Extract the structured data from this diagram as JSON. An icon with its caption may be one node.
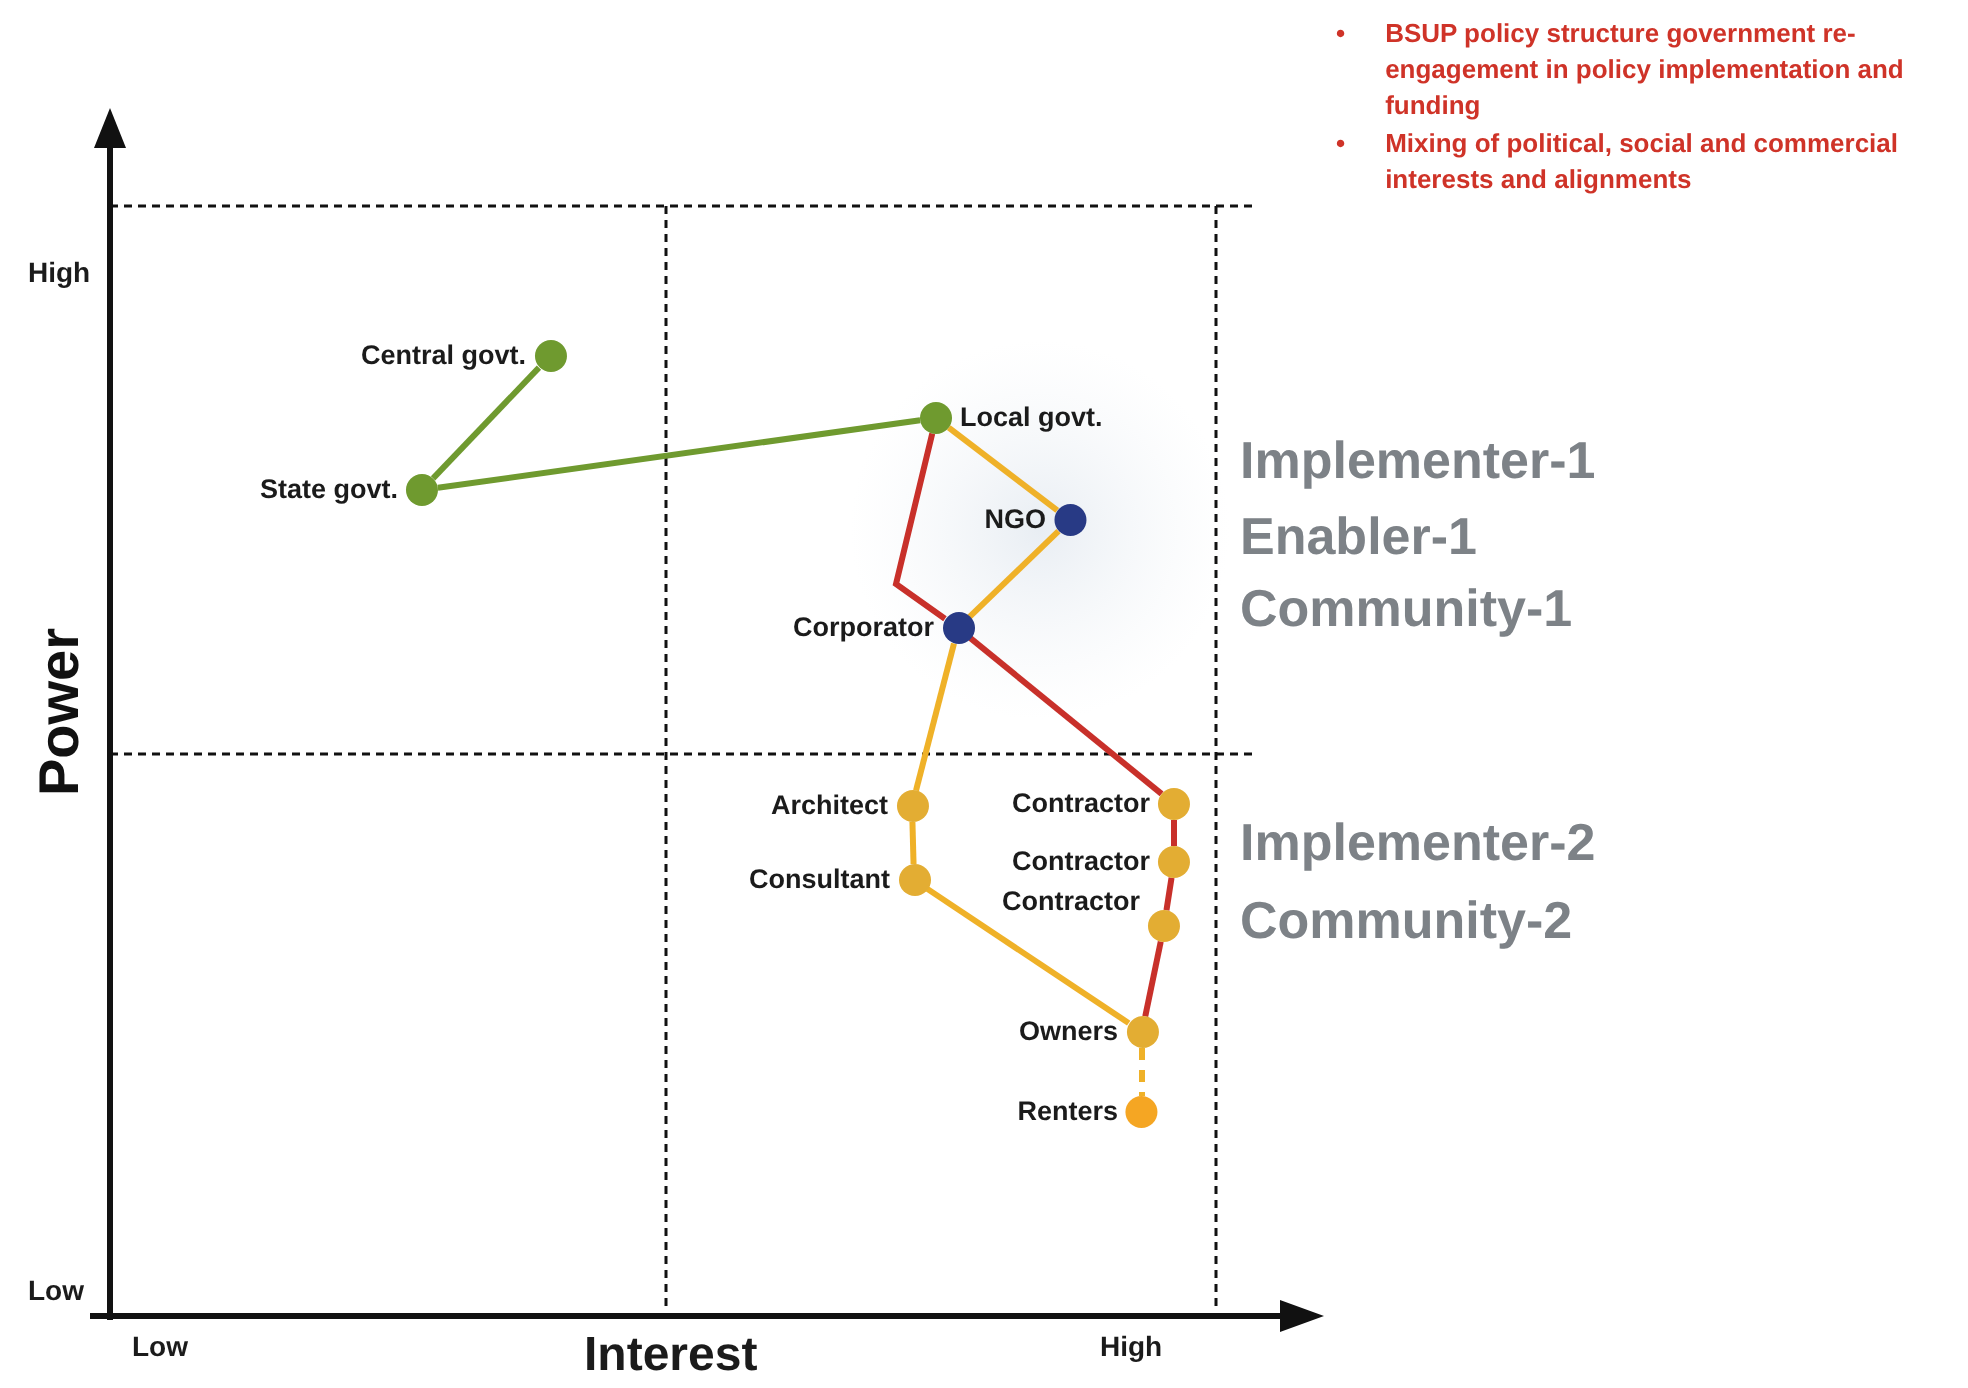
{
  "diagram": {
    "nodes": [
      {
        "text": [
          "Central govt."
        ]
      },
      {
        "text": [
          "State govt."
        ]
      },
      {
        "text": [
          "Local govt."
        ]
      },
      {
        "text": [
          "NGO"
        ]
      },
      {
        "text": [
          "Corporator"
        ]
      },
      {
        "text": [
          "Architect"
        ]
      },
      {
        "text": [
          "Consultant"
        ]
      },
      {
        "text": [
          "Contractor"
        ]
      },
      {
        "text": [
          "Contractor"
        ]
      },
      {
        "text": [
          "Contractor"
        ]
      },
      {
        "text": [
          "Owners"
        ]
      },
      {
        "text": [
          "Renters"
        ]
      }
    ],
    "edges": [
      {
        "from": 0,
        "to": 1,
        "arrow": "none",
        "color": "#6f9a2f"
      },
      {
        "from": 1,
        "to": 2,
        "arrow": "none",
        "color": "#6f9a2f"
      },
      {
        "from": 2,
        "to": 3,
        "arrow": "none",
        "color": "#efb128"
      },
      {
        "from": 3,
        "to": 4,
        "arrow": "none",
        "color": "#efb128"
      },
      {
        "from": 4,
        "to": 5,
        "arrow": "none",
        "color": "#efb128"
      },
      {
        "from": 5,
        "to": 6,
        "arrow": "none",
        "color": "#efb128"
      },
      {
        "from": 6,
        "to": 10,
        "arrow": "none",
        "color": "#efb128"
      },
      {
        "from": 2,
        "to": 4,
        "arrow": "none",
        "color": "#c8302a"
      },
      {
        "from": 4,
        "to": 7,
        "arrow": "none",
        "color": "#c8302a"
      },
      {
        "from": 7,
        "to": 8,
        "arrow": "none",
        "color": "#c8302a"
      },
      {
        "from": 8,
        "to": 9,
        "arrow": "none",
        "color": "#c8302a"
      },
      {
        "from": 9,
        "to": 10,
        "arrow": "none",
        "color": "#c8302a"
      },
      {
        "from": 10,
        "to": 11,
        "arrow": "none",
        "style": "dashed",
        "color": "#efb128"
      }
    ],
    "labels": [
      "•",
      "BSUP policy structure government re-engagement in policy implementation and funding",
      "•",
      "Mixing of political, social and commercial interests and alignments",
      "High",
      "Implementer-1",
      "Enabler-1",
      "Community-1",
      "Power",
      "Implementer-2",
      "Community-2",
      "Low",
      "Low",
      "Interest",
      "High"
    ]
  }
}
